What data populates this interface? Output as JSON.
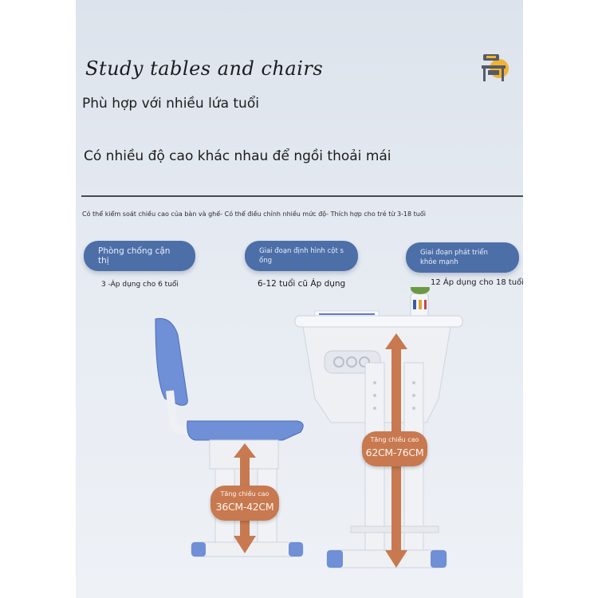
{
  "title": "Study tables and chairs",
  "line1": "Phù hợp với nhiều lứa tuổi",
  "line2": "Có nhiều độ cao khác nhau để ngồi thoải mái",
  "caption": "Có thể kiểm soát chiều cao của bàn và ghế- Có thể điều chỉnh nhiều mức độ- Thích hợp cho trẻ từ 3-18 tuổi",
  "stages": [
    {
      "label": "Phòng chống cận thị",
      "sub": "3 -Áp dụng cho 6 tuổi"
    },
    {
      "label": "Giai đoạn định hình cột s ống",
      "sub": "6-12 tuổi cũ Áp dụng"
    },
    {
      "label": "Giai đoạn phát triển khỏe mạnh",
      "sub": "12 Áp dụng cho 18 tuổi"
    }
  ],
  "chair_badge": {
    "title": "Tăng chiều cao",
    "value": "36CM-42CM"
  },
  "desk_badge": {
    "title": "Tăng chiều cao",
    "value": "62CM-76CM"
  },
  "colors": {
    "accent_blue": "#4d6fa8",
    "badge_orange": "#c8794f",
    "chair_blue": "#6f8fd6"
  }
}
